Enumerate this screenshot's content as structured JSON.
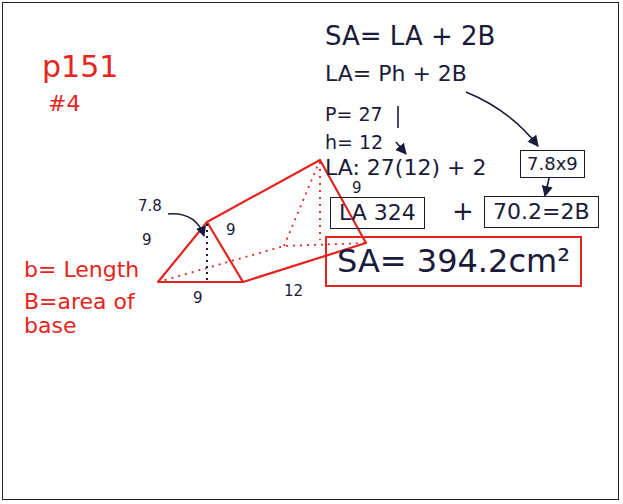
{
  "diagram": {
    "nodes": [
      {
        "text": [
          "7.8x9"
        ]
      },
      {
        "text": [
          "LA 324"
        ]
      },
      {
        "text": [
          "70.2=2B"
        ]
      },
      {
        "text": [
          "SA= 394.2cm²"
        ]
      }
    ],
    "edges": [
      {
        "from": 0,
        "to": 2,
        "arrow": "to"
      }
    ],
    "labels": [
      "p151",
      "#4",
      "7.8",
      "9",
      "9",
      "9",
      "12",
      "9",
      "b= Length",
      "B=area of base",
      "SA= LA + 2B",
      "LA= Ph + 2B",
      "P= 27",
      "h= 12",
      "LA: 27(12) + 2",
      "+"
    ]
  }
}
